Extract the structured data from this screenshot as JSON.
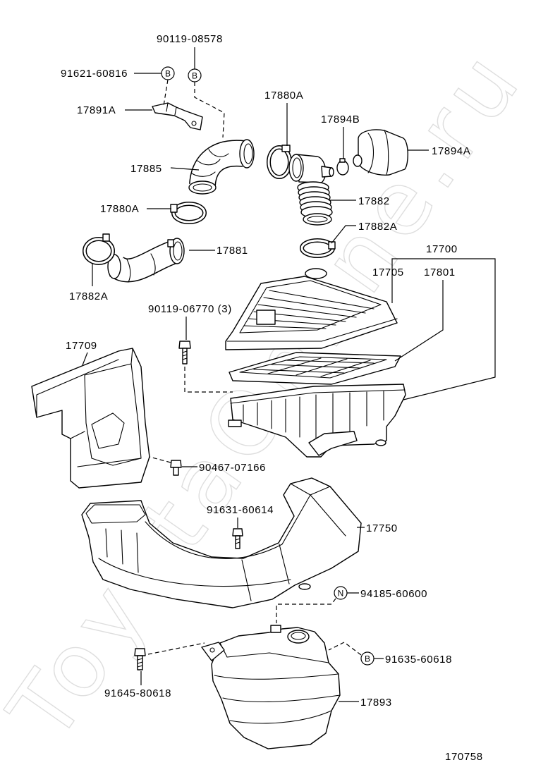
{
  "watermark": "ToyotaOnline.ru",
  "figure_number": "170758",
  "colors": {
    "ink": "#000000",
    "background": "#ffffff",
    "watermark": "#dedede"
  },
  "callouts": {
    "p90119_08578": "90119-08578",
    "p91621_60816": "91621-60816",
    "b_marker_1": "B",
    "b_marker_2": "B",
    "p17891A": "17891A",
    "p17880A_upper": "17880A",
    "p17894B": "17894B",
    "p17894A": "17894A",
    "p17885": "17885",
    "p17882": "17882",
    "p17880A_lower": "17880A",
    "p17882A_right": "17882A",
    "p17881": "17881",
    "p17882A_left": "17882A",
    "p17700": "17700",
    "p17705": "17705",
    "p17801": "17801",
    "p90119_06770": "90119-06770 (3)",
    "p17709": "17709",
    "p90467_07166": "90467-07166",
    "p91631_60614": "91631-60614",
    "p17750": "17750",
    "n_marker": "N",
    "p94185_60600": "94185-60600",
    "b_marker_3": "B",
    "p91635_60618": "91635-60618",
    "p91645_80618": "91645-80618",
    "p17893": "17893"
  }
}
